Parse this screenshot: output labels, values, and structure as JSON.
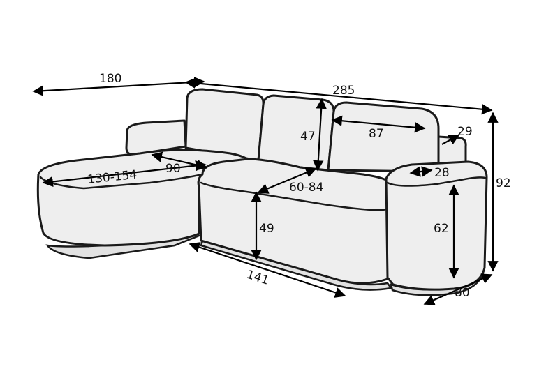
{
  "diagram": {
    "subject": "corner-sofa-dimensions",
    "colors": {
      "upholstery": "#eeeeee",
      "outline": "#1a1a1a",
      "dimension": "#000000"
    },
    "dimensions": {
      "left_width": "180",
      "total_width": "285",
      "backrest_height": "47",
      "cushion_width": "87",
      "arm_width_small": "29",
      "arm_width": "28",
      "total_height": "92",
      "chaise_length": "130-154",
      "chaise_depth": "90",
      "seat_depth": "60-84",
      "seat_height": "49",
      "arm_height": "62",
      "front_width": "141",
      "total_depth": "80"
    }
  }
}
